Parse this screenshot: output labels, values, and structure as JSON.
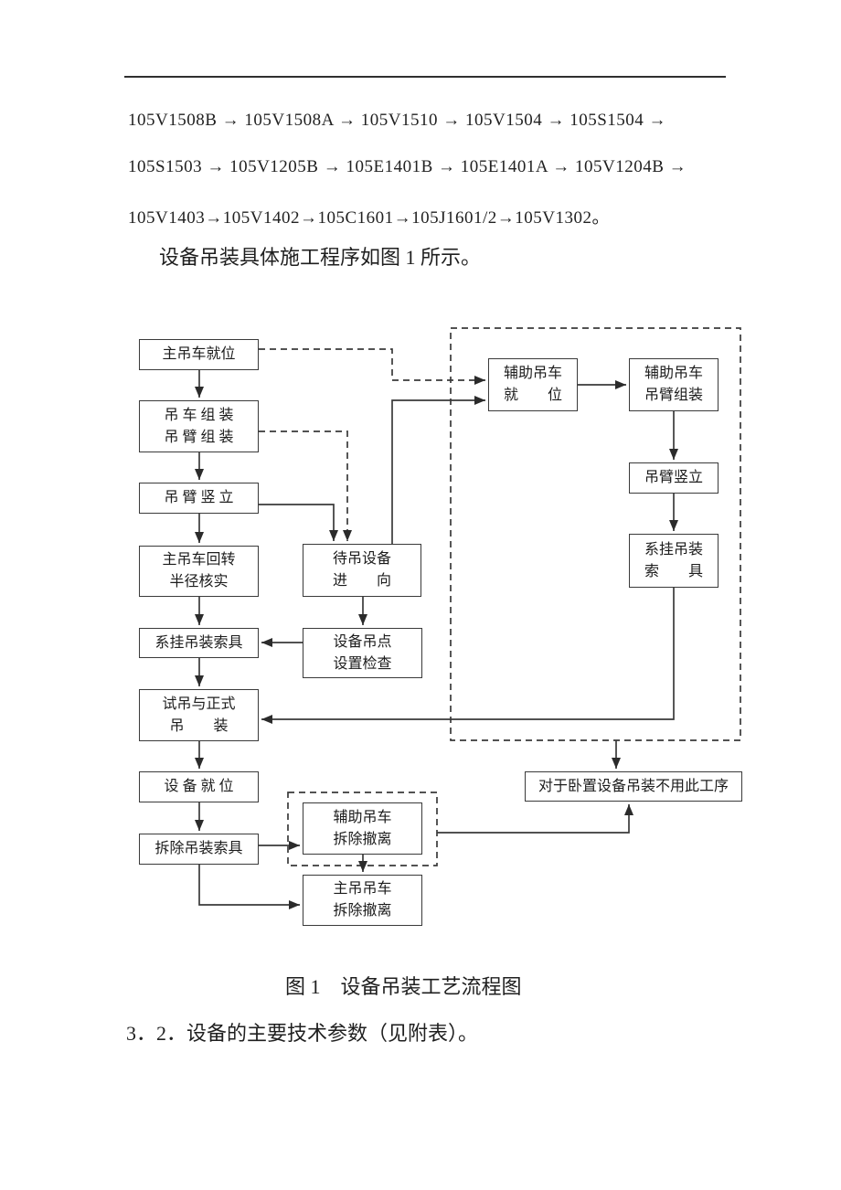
{
  "page": {
    "intro_lines": [
      "105V1508B → 105V1508A → 105V1510 → 105V1504 → 105S1504 →",
      "105S1503 → 105V1205B → 105E1401B → 105E1401A → 105V1204B →",
      "105V1403→105V1402→105C1601→105J1601/2→105V1302。"
    ],
    "paragraph": "设备吊装具体施工程序如图 1 所示。",
    "figure_caption": "图 1　设备吊装工艺流程图",
    "section_heading": "3．2．设备的主要技术参数（见附表）。"
  },
  "flowchart": {
    "nodes": {
      "main_crane_in_place": "主吊车就位",
      "crane_boom_assembly": "吊 车 组 装\n吊 臂 组 装",
      "boom_erection": "吊 臂 竖 立",
      "main_crane_radius_check": "主吊车回转\n半径核实",
      "attach_rigging": "系挂吊装索具",
      "trial_and_formal_lift": "试吊与正式\n吊　　装",
      "equipment_in_place": "设 备 就 位",
      "remove_rigging": "拆除吊装索具",
      "equipment_lift_orientation": "待吊设备\n进　　向",
      "lift_point_check": "设备吊点\n设置检查",
      "aux_crane_removal": "辅助吊车\n拆除撤离",
      "main_crane_removal": "主吊吊车\n拆除撤离",
      "aux_crane_in_place": "辅助吊车\n就　　位",
      "aux_crane_boom_assembly": "辅助吊车\n吊臂组装",
      "aux_boom_erection": "吊臂竖立",
      "aux_attach_rigging": "系挂吊装\n索　　具",
      "horizontal_lift_note": "对于卧置设备吊装不用此工序"
    }
  },
  "colors": {
    "ink": "#1f1f1f",
    "line": "#3a3a3a",
    "background": "#ffffff"
  }
}
